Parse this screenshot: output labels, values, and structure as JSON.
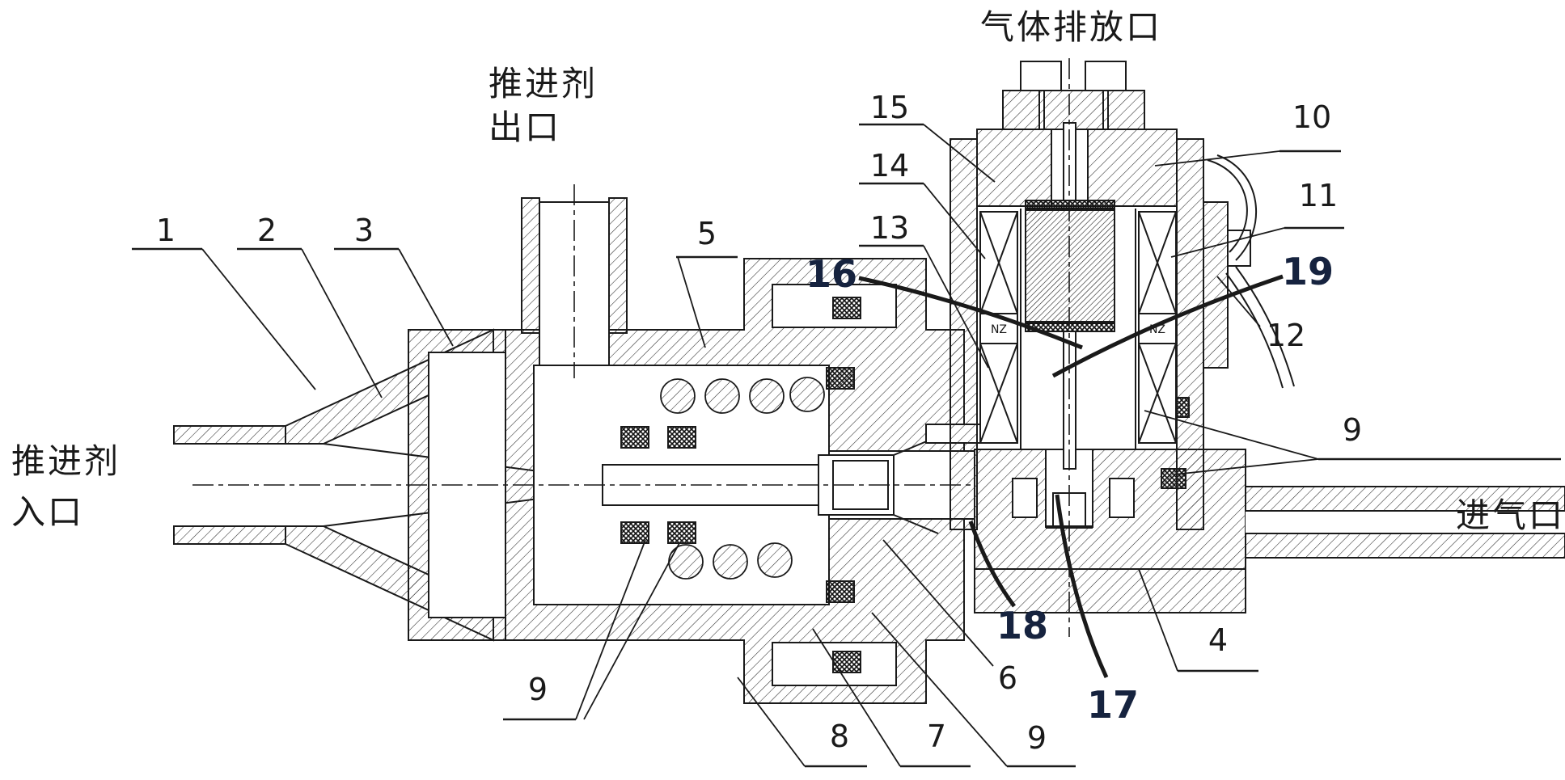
{
  "ports": {
    "gas_discharge": "气体排放口",
    "propellant_outlet": [
      "推进剂",
      "出口"
    ],
    "propellant_inlet": [
      "推进剂",
      "入口"
    ],
    "gas_inlet": "进气口"
  },
  "coil_marks": [
    "NZ",
    "NZ"
  ],
  "callouts": {
    "c1": "1",
    "c2": "2",
    "c3": "3",
    "c5": "5",
    "c15": "15",
    "c14": "14",
    "c13": "13",
    "c16": "16",
    "c10": "10",
    "c11": "11",
    "c19": "19",
    "c12": "12",
    "c9r": "9",
    "c4": "4",
    "c18": "18",
    "c6": "6",
    "c17": "17",
    "c9bl": "9",
    "c8": "8",
    "c7": "7",
    "c9bm": "9"
  },
  "colors": {
    "line": "#1a1a1a",
    "background": "#ffffff",
    "bold_label": "#16233f"
  }
}
